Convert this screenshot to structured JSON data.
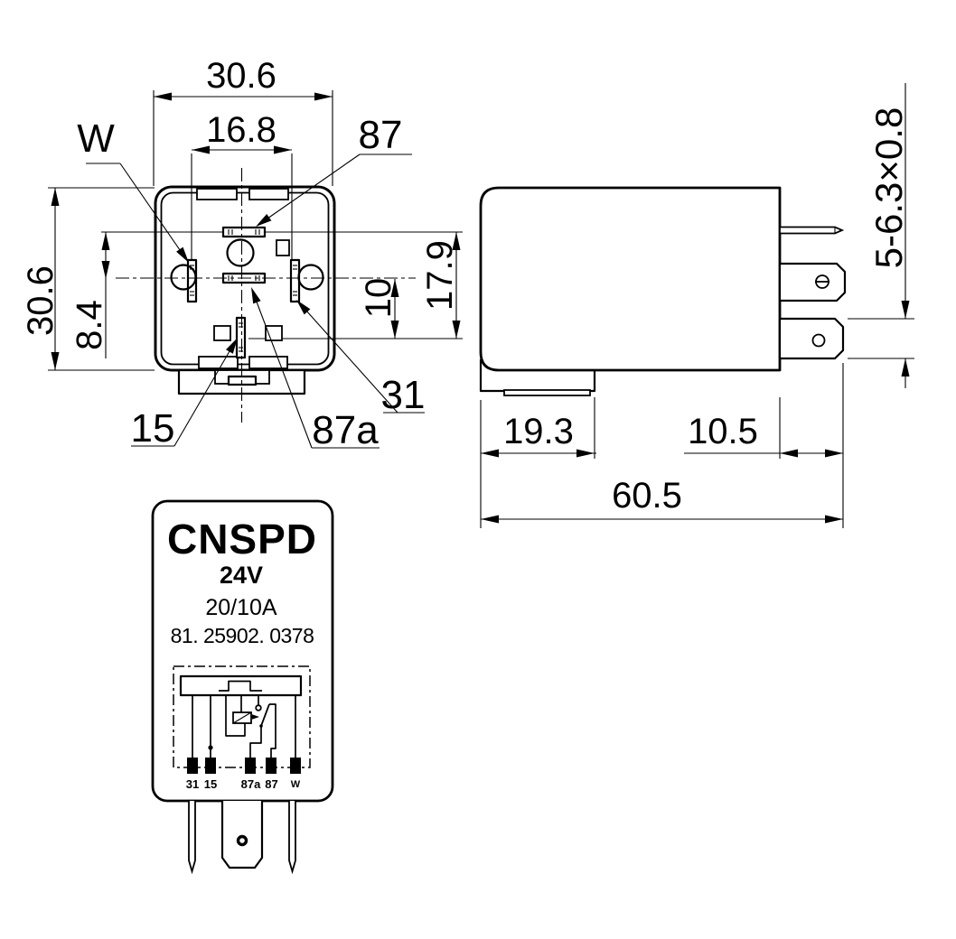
{
  "top_view": {
    "dim_overall_width": "30.6",
    "dim_pin_span": "16.8",
    "dim_overall_height": "30.6",
    "dim_pin87_offset": "8.4",
    "dim_right_span": "17.9",
    "dim_pin15_offset": "10",
    "pin_labels": {
      "w": "W",
      "p87": "87",
      "p31": "31",
      "p15": "15",
      "p87a": "87a"
    }
  },
  "side_view": {
    "dim_terminal_spec": "5-6.3×0.8",
    "dim_base_length": "19.3",
    "dim_terminal_length": "10.5",
    "dim_overall_length": "60.5"
  },
  "front_view": {
    "brand": "CNSPD",
    "voltage": "24V",
    "current_rating": "20/10A",
    "part_number": "81. 25902. 0378",
    "terminals": [
      "31",
      "15",
      "87a",
      "87",
      "W"
    ]
  }
}
